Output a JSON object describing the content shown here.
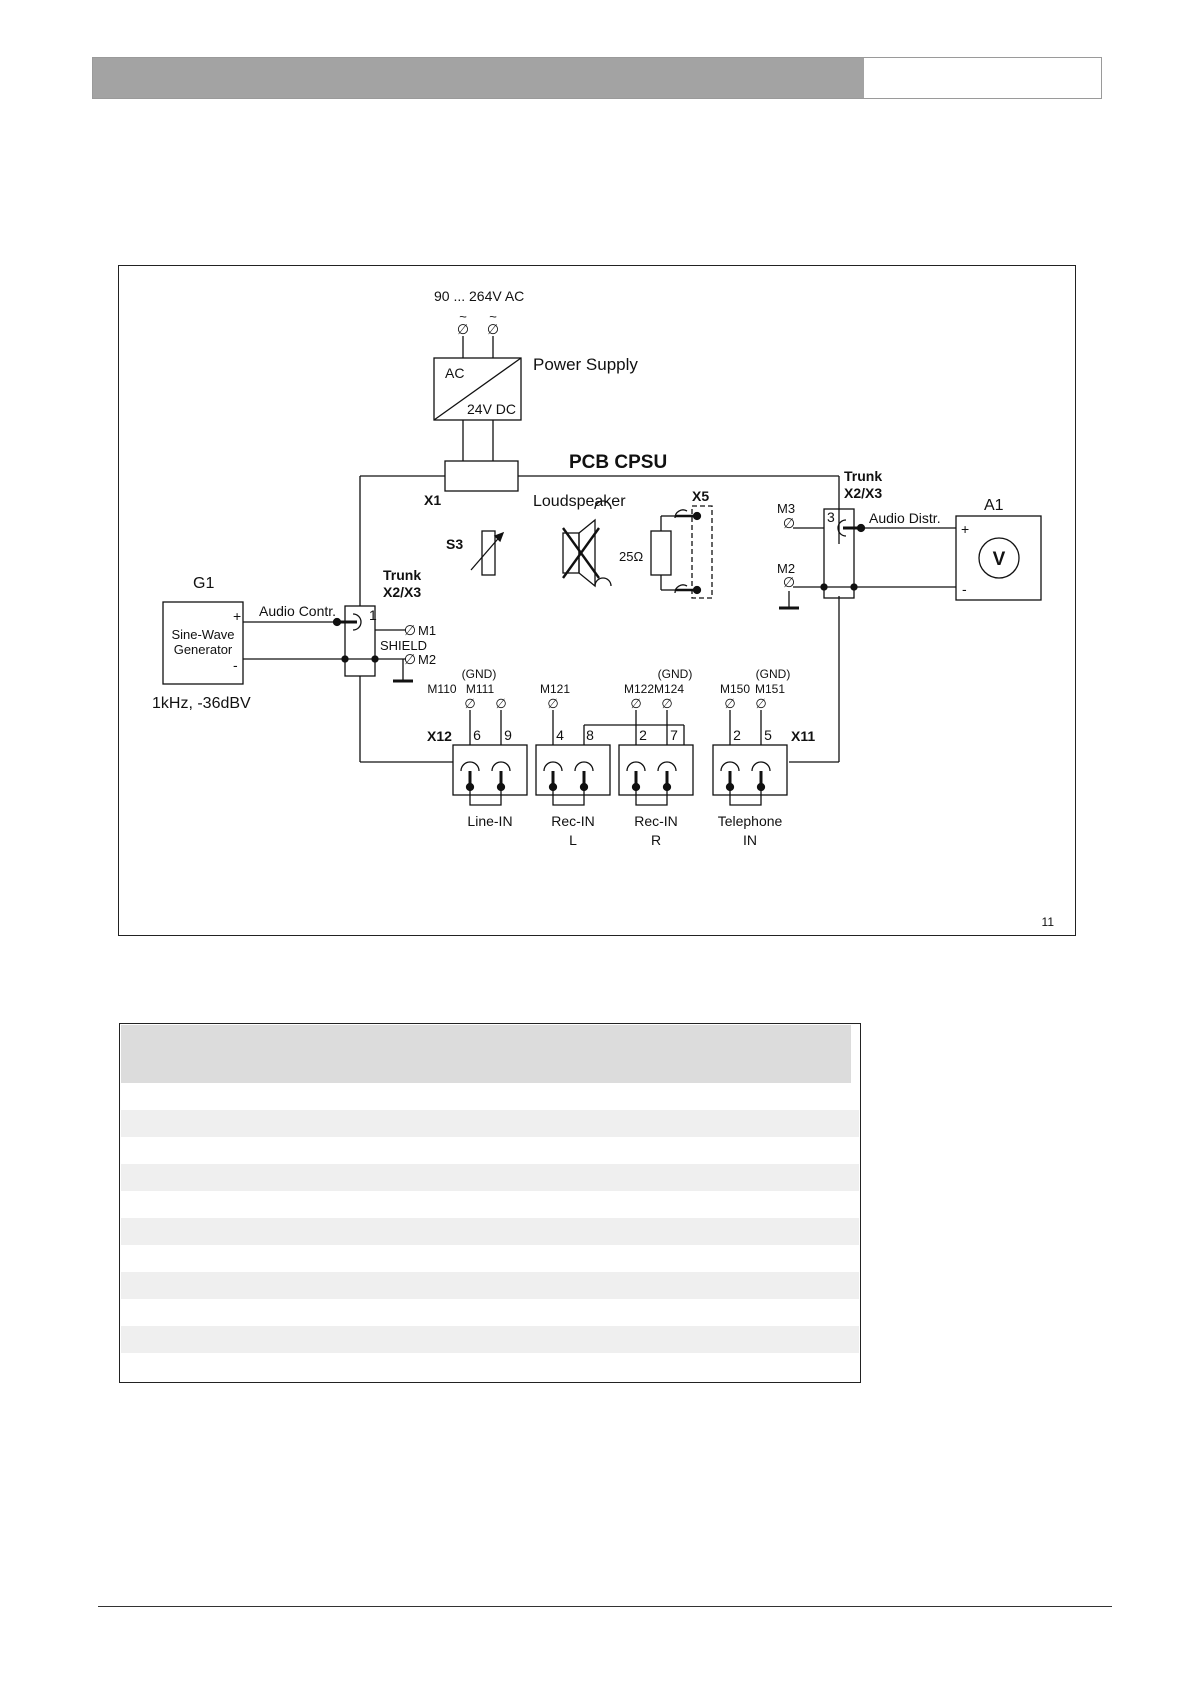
{
  "figure": {
    "power": {
      "input_label": "90 ... 264V AC",
      "ac_label": "AC",
      "dc_label": "24V DC",
      "title": "Power Supply",
      "tilde": "~",
      "ground_symbol": "∅"
    },
    "pcb_title": "PCB CPSU",
    "x1": "X1",
    "s3": "S3",
    "loudspeaker": "Loudspeaker",
    "x5": "X5",
    "ohm": "25Ω",
    "trunk_right": {
      "line1": "Trunk",
      "line2": "X2/X3",
      "pin": "3",
      "signal": "Audio Distr."
    },
    "trunk_left": {
      "line1": "Trunk",
      "line2": "X2/X3",
      "pin": "1",
      "signal": "Audio Contr.",
      "shield": "SHIELD"
    },
    "m1": "M1",
    "m2": "M2",
    "m3": "M3",
    "a1": {
      "label": "A1",
      "meter": "V",
      "plus": "+",
      "minus": "-"
    },
    "g1": {
      "label": "G1",
      "name_line1": "Sine-Wave",
      "name_line2": "Generator",
      "plus": "+",
      "minus": "-",
      "spec": "1kHz, -36dBV"
    },
    "x12": "X12",
    "x11": "X11",
    "gnd": "(GND)",
    "measure_points": [
      "M110",
      "M111",
      "M121",
      "M122",
      "M124",
      "M150",
      "M151"
    ],
    "pin_numbers": [
      "6",
      "9",
      "4",
      "8",
      "2",
      "7",
      "2",
      "5"
    ],
    "inputs": [
      {
        "line1": "Line-IN",
        "line2": ""
      },
      {
        "line1": "Rec-IN",
        "line2": "L"
      },
      {
        "line1": "Rec-IN",
        "line2": "R"
      },
      {
        "line1": "Telephone",
        "line2": "IN"
      }
    ],
    "figure_number": "11"
  },
  "table": {
    "row_count": 11
  }
}
